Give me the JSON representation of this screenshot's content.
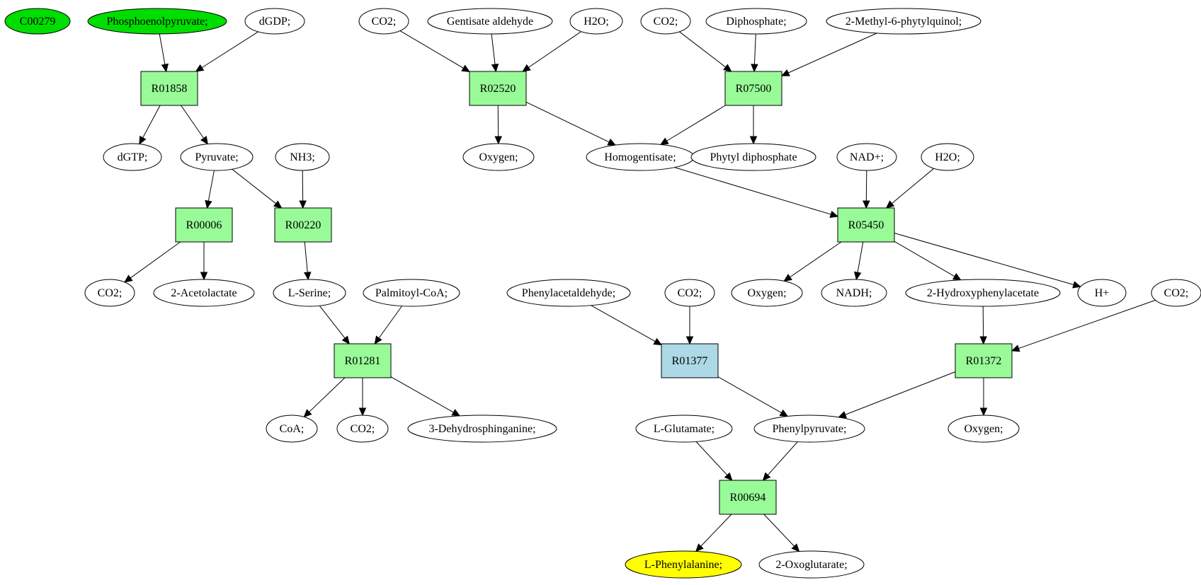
{
  "colors": {
    "reaction": "#98fb98",
    "reaction_highlight": "#add8e6",
    "compound": "#ffffff",
    "source": "#00dd00",
    "target": "#ffff00",
    "edge": "#000000"
  },
  "nodes": [
    {
      "id": "C00279",
      "label": "C00279",
      "kind": "ellipse",
      "style": "source"
    },
    {
      "id": "pep",
      "label": "Phosphoenolpyruvate;",
      "kind": "ellipse",
      "style": "source"
    },
    {
      "id": "dgdp",
      "label": "dGDP;",
      "kind": "ellipse",
      "style": "compound"
    },
    {
      "id": "co2a",
      "label": "CO2;",
      "kind": "ellipse",
      "style": "compound"
    },
    {
      "id": "gald",
      "label": "Gentisate aldehyde",
      "kind": "ellipse",
      "style": "compound"
    },
    {
      "id": "h2oa",
      "label": "H2O;",
      "kind": "ellipse",
      "style": "compound"
    },
    {
      "id": "co2b",
      "label": "CO2;",
      "kind": "ellipse",
      "style": "compound"
    },
    {
      "id": "diph",
      "label": "Diphosphate;",
      "kind": "ellipse",
      "style": "compound"
    },
    {
      "id": "mpq",
      "label": "2-Methyl-6-phytylquinol;",
      "kind": "ellipse",
      "style": "compound"
    },
    {
      "id": "R01858",
      "label": "R01858",
      "kind": "box",
      "style": "reaction"
    },
    {
      "id": "R02520",
      "label": "R02520",
      "kind": "box",
      "style": "reaction"
    },
    {
      "id": "R07500",
      "label": "R07500",
      "kind": "box",
      "style": "reaction"
    },
    {
      "id": "dgtp",
      "label": "dGTP;",
      "kind": "ellipse",
      "style": "compound"
    },
    {
      "id": "pyr",
      "label": "Pyruvate;",
      "kind": "ellipse",
      "style": "compound"
    },
    {
      "id": "nh3",
      "label": "NH3;",
      "kind": "ellipse",
      "style": "compound"
    },
    {
      "id": "oxya",
      "label": "Oxygen;",
      "kind": "ellipse",
      "style": "compound"
    },
    {
      "id": "homog",
      "label": "Homogentisate;",
      "kind": "ellipse",
      "style": "compound"
    },
    {
      "id": "phdp",
      "label": "Phytyl diphosphate",
      "kind": "ellipse",
      "style": "compound"
    },
    {
      "id": "nadp",
      "label": "NAD+;",
      "kind": "ellipse",
      "style": "compound"
    },
    {
      "id": "h2ob",
      "label": "H2O;",
      "kind": "ellipse",
      "style": "compound"
    },
    {
      "id": "R00006",
      "label": "R00006",
      "kind": "box",
      "style": "reaction"
    },
    {
      "id": "R00220",
      "label": "R00220",
      "kind": "box",
      "style": "reaction"
    },
    {
      "id": "R05450",
      "label": "R05450",
      "kind": "box",
      "style": "reaction"
    },
    {
      "id": "co2c",
      "label": "CO2;",
      "kind": "ellipse",
      "style": "compound"
    },
    {
      "id": "acet",
      "label": "2-Acetolactate",
      "kind": "ellipse",
      "style": "compound"
    },
    {
      "id": "lser",
      "label": "L-Serine;",
      "kind": "ellipse",
      "style": "compound"
    },
    {
      "id": "palm",
      "label": "Palmitoyl-CoA;",
      "kind": "ellipse",
      "style": "compound"
    },
    {
      "id": "phald",
      "label": "Phenylacetaldehyde;",
      "kind": "ellipse",
      "style": "compound"
    },
    {
      "id": "co2d",
      "label": "CO2;",
      "kind": "ellipse",
      "style": "compound"
    },
    {
      "id": "oxyb",
      "label": "Oxygen;",
      "kind": "ellipse",
      "style": "compound"
    },
    {
      "id": "nadh",
      "label": "NADH;",
      "kind": "ellipse",
      "style": "compound"
    },
    {
      "id": "hpa",
      "label": "2-Hydroxyphenylacetate",
      "kind": "ellipse",
      "style": "compound"
    },
    {
      "id": "hplus",
      "label": "H+",
      "kind": "ellipse",
      "style": "compound"
    },
    {
      "id": "co2e",
      "label": "CO2;",
      "kind": "ellipse",
      "style": "compound"
    },
    {
      "id": "R01281",
      "label": "R01281",
      "kind": "box",
      "style": "reaction"
    },
    {
      "id": "R01377",
      "label": "R01377",
      "kind": "box",
      "style": "reaction_highlight"
    },
    {
      "id": "R01372",
      "label": "R01372",
      "kind": "box",
      "style": "reaction"
    },
    {
      "id": "coa",
      "label": "CoA;",
      "kind": "ellipse",
      "style": "compound"
    },
    {
      "id": "co2f",
      "label": "CO2;",
      "kind": "ellipse",
      "style": "compound"
    },
    {
      "id": "dhs",
      "label": "3-Dehydrosphinganine;",
      "kind": "ellipse",
      "style": "compound"
    },
    {
      "id": "lglu",
      "label": "L-Glutamate;",
      "kind": "ellipse",
      "style": "compound"
    },
    {
      "id": "phpyr",
      "label": "Phenylpyruvate;",
      "kind": "ellipse",
      "style": "compound"
    },
    {
      "id": "oxyc",
      "label": "Oxygen;",
      "kind": "ellipse",
      "style": "compound"
    },
    {
      "id": "R00694",
      "label": "R00694",
      "kind": "box",
      "style": "reaction"
    },
    {
      "id": "lphe",
      "label": "L-Phenylalanine;",
      "kind": "ellipse",
      "style": "target"
    },
    {
      "id": "oxog",
      "label": "2-Oxoglutarate;",
      "kind": "ellipse",
      "style": "compound"
    }
  ],
  "edges": [
    [
      "pep",
      "R01858"
    ],
    [
      "dgdp",
      "R01858"
    ],
    [
      "R01858",
      "dgtp"
    ],
    [
      "R01858",
      "pyr"
    ],
    [
      "co2a",
      "R02520"
    ],
    [
      "gald",
      "R02520"
    ],
    [
      "h2oa",
      "R02520"
    ],
    [
      "R02520",
      "oxya"
    ],
    [
      "R02520",
      "homog"
    ],
    [
      "co2b",
      "R07500"
    ],
    [
      "diph",
      "R07500"
    ],
    [
      "mpq",
      "R07500"
    ],
    [
      "R07500",
      "homog"
    ],
    [
      "R07500",
      "phdp"
    ],
    [
      "pyr",
      "R00006"
    ],
    [
      "pyr",
      "R00220"
    ],
    [
      "nh3",
      "R00220"
    ],
    [
      "R00006",
      "co2c"
    ],
    [
      "R00006",
      "acet"
    ],
    [
      "R00220",
      "lser"
    ],
    [
      "homog",
      "R05450"
    ],
    [
      "nadp",
      "R05450"
    ],
    [
      "h2ob",
      "R05450"
    ],
    [
      "R05450",
      "oxyb"
    ],
    [
      "R05450",
      "nadh"
    ],
    [
      "R05450",
      "hpa"
    ],
    [
      "R05450",
      "hplus"
    ],
    [
      "lser",
      "R01281"
    ],
    [
      "palm",
      "R01281"
    ],
    [
      "R01281",
      "coa"
    ],
    [
      "R01281",
      "co2f"
    ],
    [
      "R01281",
      "dhs"
    ],
    [
      "phald",
      "R01377"
    ],
    [
      "co2d",
      "R01377"
    ],
    [
      "R01377",
      "phpyr"
    ],
    [
      "hpa",
      "R01372"
    ],
    [
      "co2e",
      "R01372"
    ],
    [
      "R01372",
      "phpyr"
    ],
    [
      "R01372",
      "oxyc"
    ],
    [
      "lglu",
      "R00694"
    ],
    [
      "phpyr",
      "R00694"
    ],
    [
      "R00694",
      "lphe"
    ],
    [
      "R00694",
      "oxog"
    ]
  ]
}
